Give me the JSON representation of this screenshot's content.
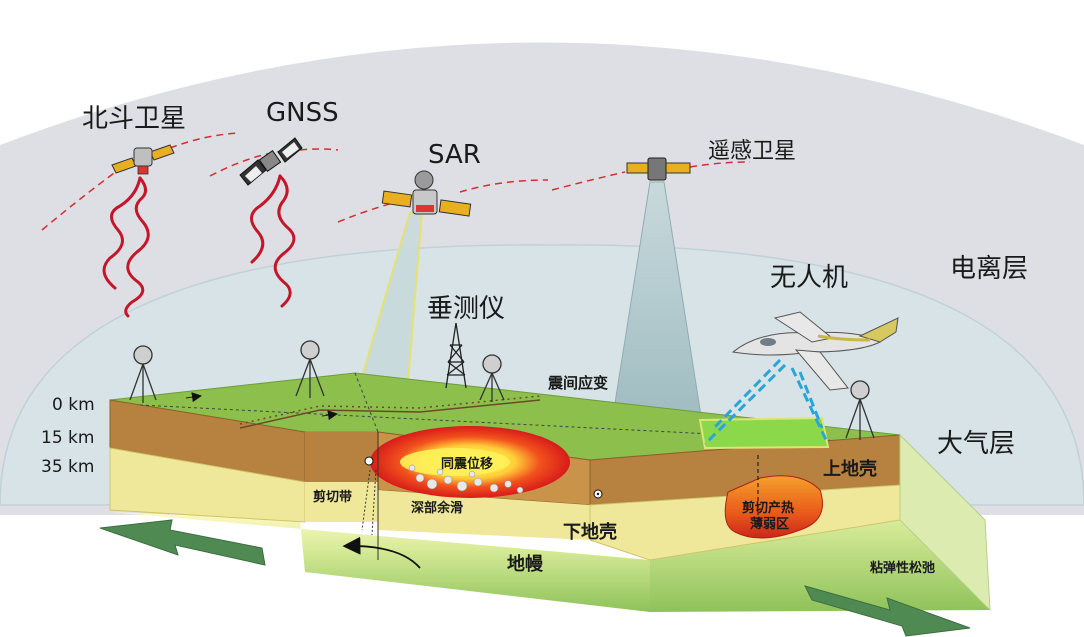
{
  "labels": {
    "beidou": "北斗卫星",
    "gnss": "GNSS",
    "sar": "SAR",
    "remote_sensing": "遥感卫星",
    "ionosphere": "电离层",
    "drone": "无人机",
    "gravimeter": "垂测仪",
    "interseismic_strain": "震间应变",
    "atmosphere": "大气层",
    "depth_0": "0 km",
    "depth_15": "15 km",
    "depth_35": "35 km",
    "upper_crust": "上地壳",
    "coseismic_slip": "同震位移",
    "shear_zone": "剪切带",
    "deep_afterslip": "深部余滑",
    "shear_heating": "剪切产热",
    "weak_zone": "薄弱区",
    "lower_crust": "下地壳",
    "mantle": "地幔",
    "viscoelastic": "粘弹性松弛"
  },
  "colors": {
    "ionosphere": "#dedfe4",
    "atmosphere": "#d7e3e6",
    "surface": "#8cbf4c",
    "upper_crust": "#b7813f",
    "lower_crust": "#efe79a",
    "mantle": "#c9e48a",
    "signal": "#c4162a",
    "arrow": "#4f8a52"
  }
}
